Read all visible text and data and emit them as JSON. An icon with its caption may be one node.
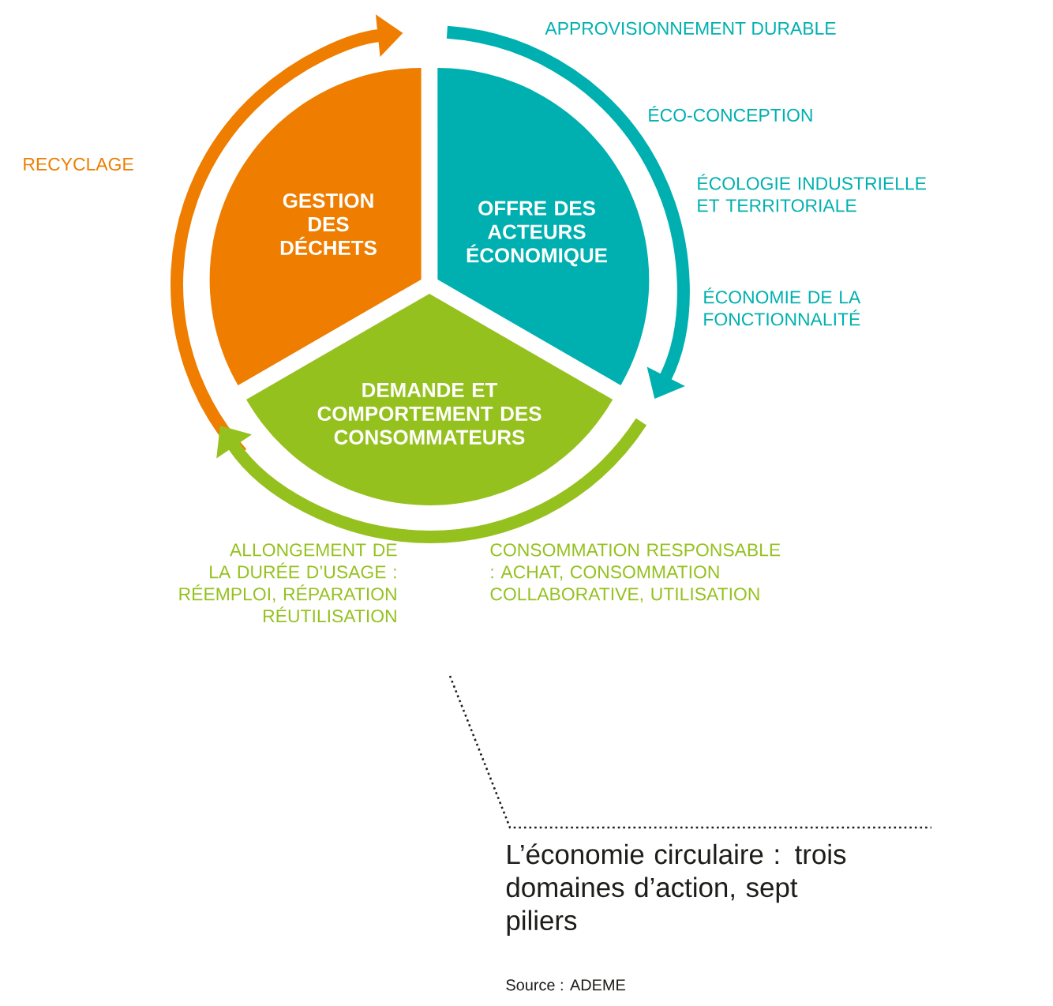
{
  "diagram": {
    "title": "L’économie circulaire : trois domaines d’action, sept piliers",
    "caption": "Source : ADEME",
    "nodes": [
      {
        "text": [
          "GESTION DES DÉCHETS"
        ]
      },
      {
        "text": [
          "OFFRE DES ACTEURS ÉCONOMIQUE"
        ],
        "beside": [
          "APPROVISIONNEMENT DURABLE",
          "ÉCO-CONCEPTION",
          "ÉCOLOGIE INDUSTRIELLE ET TERRITORIALE",
          "ÉCONOMIE DE LA FONCTIONNALITÉ"
        ]
      },
      {
        "text": [
          "DEMANDE ET COMPORTEMENT DES CONSOMMATEURS"
        ],
        "beside": [
          "ALLONGEMENT DE LA DURÉE D’USAGE : RÉEMPLOI, RÉPARATION RÉUTILISATION",
          "CONSOMMATION RESPONSABLE : ACHAT, CONSOMMATION COLLABORATIVE, UTILISATION"
        ]
      }
    ],
    "labels": [
      "RECYCLAGE"
    ]
  }
}
